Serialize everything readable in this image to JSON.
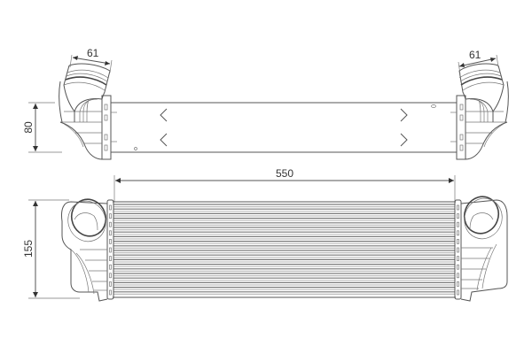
{
  "drawing": {
    "subject": "Intercooler technical drawing",
    "line_color": "#555555",
    "background": "#ffffff"
  },
  "dimensions": {
    "left_outlet_diameter": "61",
    "right_outlet_diameter": "61",
    "depth": "80",
    "core_width": "550",
    "height": "155"
  },
  "views": [
    {
      "name": "top-view",
      "description": "Top view with angled inlet/outlet pipes"
    },
    {
      "name": "front-view",
      "description": "Front view showing finned core and end tanks"
    }
  ]
}
